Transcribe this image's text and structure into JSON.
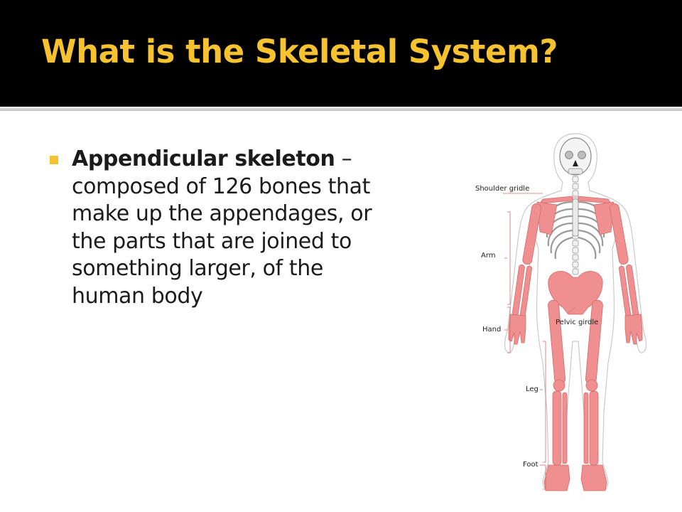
{
  "slide": {
    "title": "What is the Skeletal System?",
    "bullet": {
      "term": "Appendicular skeleton",
      "dash": " –",
      "body": " composed of 126 bones that make up the appendages, or the parts that are joined to something larger, of the human body"
    }
  },
  "figure": {
    "labels": {
      "shoulder": "Shoulder gridle",
      "arm": "Arm",
      "hand": "Hand",
      "pelvic": "Pelvic girdle",
      "leg": "Leg",
      "foot": "Foot"
    }
  },
  "colors": {
    "title_bg": "#000000",
    "title_text": "#f7c22f",
    "bullet": "#f7c22f",
    "appendicular_bone": "#ef8f8f",
    "axial_bone": "#f4f4f4"
  }
}
